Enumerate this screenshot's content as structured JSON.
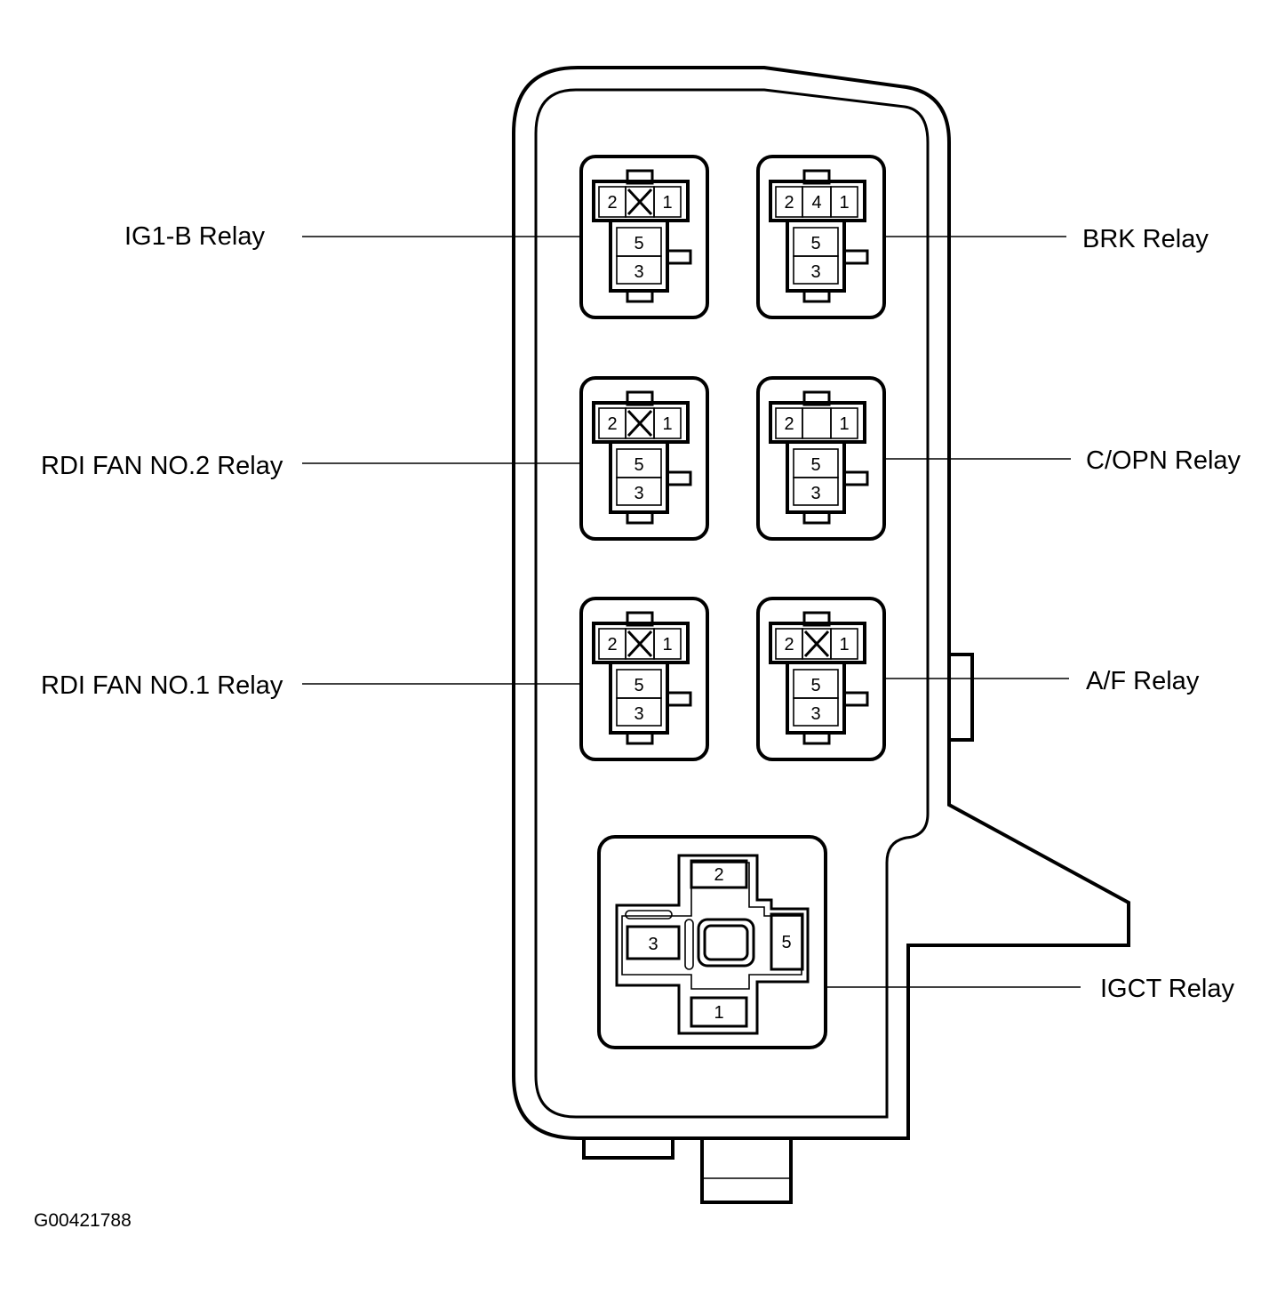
{
  "relays": [
    {
      "id": "ig1b",
      "label": "IG1-B Relay",
      "pins": {
        "top_left": "2",
        "top_mid": "X",
        "top_right": "1",
        "upper": "5",
        "lower": "3"
      }
    },
    {
      "id": "brk",
      "label": "BRK Relay",
      "pins": {
        "top_left": "2",
        "top_mid": "4",
        "top_right": "1",
        "upper": "5",
        "lower": "3"
      }
    },
    {
      "id": "rdifan2",
      "label": "RDI FAN NO.2 Relay",
      "pins": {
        "top_left": "2",
        "top_mid": "X",
        "top_right": "1",
        "upper": "5",
        "lower": "3"
      }
    },
    {
      "id": "copn",
      "label": "C/OPN Relay",
      "pins": {
        "top_left": "2",
        "top_mid": "",
        "top_right": "1",
        "upper": "5",
        "lower": "3"
      }
    },
    {
      "id": "rdifan1",
      "label": "RDI FAN NO.1 Relay",
      "pins": {
        "top_left": "2",
        "top_mid": "X",
        "top_right": "1",
        "upper": "5",
        "lower": "3"
      }
    },
    {
      "id": "af",
      "label": "A/F Relay",
      "pins": {
        "top_left": "2",
        "top_mid": "X",
        "top_right": "1",
        "upper": "5",
        "lower": "3"
      }
    }
  ],
  "igct": {
    "label": "IGCT Relay",
    "pins": {
      "top": "2",
      "left": "3",
      "right": "5",
      "bottom": "1"
    }
  },
  "figure_code": "G00421788"
}
